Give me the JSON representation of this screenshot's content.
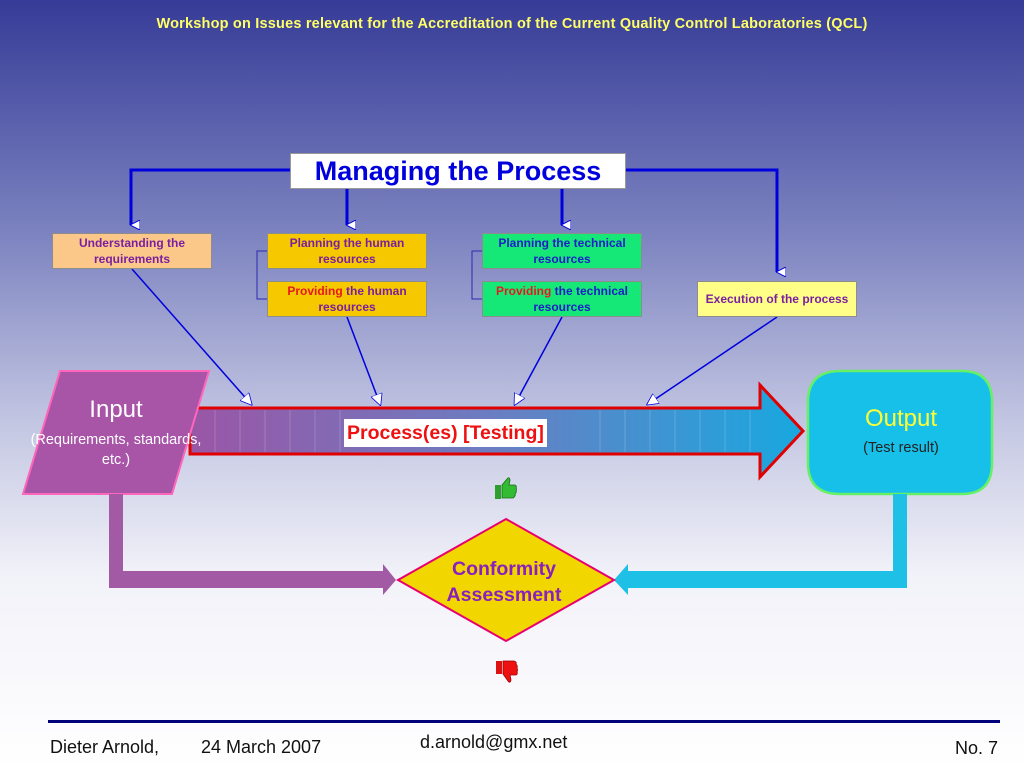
{
  "header": {
    "title": "Workshop on Issues relevant for the Accreditation of the Current Quality Control Laboratories (QCL)"
  },
  "diagram": {
    "managing_title": "Managing the Process",
    "boxes": {
      "understanding": "Understanding the requirements",
      "planning_human": "Planning the human resources",
      "providing_human_emph": "Providing",
      "providing_human_rest": " the human resources",
      "planning_technical": "Planning the technical resources",
      "providing_technical_emph": "Providing",
      "providing_technical_rest": " the technical resources",
      "execution": "Execution of the process"
    },
    "process_label": "Process(es) [Testing]",
    "input": {
      "title": "Input",
      "subtitle": "(Requirements, standards, etc.)"
    },
    "output": {
      "title": "Output",
      "subtitle": "(Test result)"
    },
    "conformity": "Conformity Assessment",
    "icons": {
      "pass": "thumbs-up-icon",
      "fail": "thumbs-down-icon"
    },
    "colors": {
      "process_blue": "#0000dd",
      "input_purple": "#a855a8",
      "output_cyan": "#17c0e8",
      "diamond_yellow": "#f2d600",
      "arrow_border_red": "#e00000"
    }
  },
  "footer": {
    "author": "Dieter Arnold,",
    "date": "24 March 2007",
    "email": "d.arnold@gmx.net",
    "page": "No. 7"
  }
}
